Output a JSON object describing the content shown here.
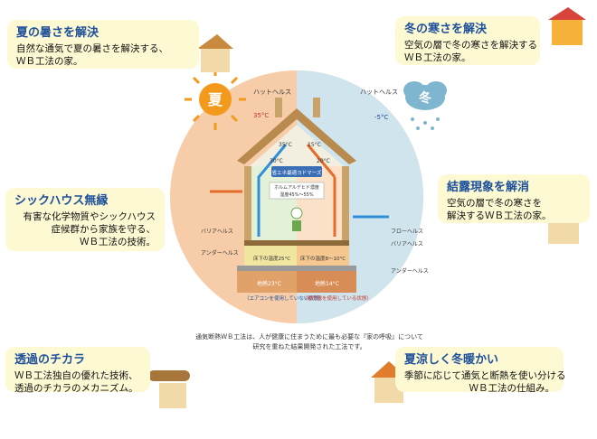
{
  "cards": {
    "summer": {
      "title": "夏の暑さを解決",
      "lines": [
        "自然な通気で夏の暑さを解決する、",
        "ＷＢ工法の家。"
      ]
    },
    "winter": {
      "title": "冬の寒さを解決",
      "lines": [
        "空気の層で冬の寒さを解決する",
        "ＷＢ工法の家。"
      ]
    },
    "sick": {
      "title": "シックハウス無縁",
      "lines": [
        "有害な化学物質やシックハウス",
        "症候群から家族を守る、",
        "ＷＢ工法の技術。"
      ]
    },
    "dew": {
      "title": "結露現象を解消",
      "lines": [
        "空気の層で冬の寒さを",
        "解決するＷＢ工法の家。"
      ]
    },
    "perm": {
      "title": "透過のチカラ",
      "lines": [
        "ＷＢ工法独自の優れた技術、",
        "透過のチカラのメカニズム。"
      ]
    },
    "cool": {
      "title": "夏涼しく冬暖かい",
      "lines": [
        "季節に応じて通気と断熱を使い分ける",
        "ＷＢ工法の仕組み。"
      ]
    }
  },
  "diagram": {
    "summer_glyph": "夏",
    "winter_glyph": "冬",
    "hat_heels_left": "ハットヘルス",
    "hat_heels_right": "ハットヘルス",
    "temp_outside_summer": "35°C",
    "temp_outside_winter": "-5°C",
    "temp_attic_summer": "35°C",
    "temp_attic_winter": "15°C",
    "temp_room_summer": "30°C",
    "temp_room_winter": "20°C",
    "temp_underfloor_summer": "床下の温度25°C",
    "temp_underfloor_winter": "床下の温度8〜10°C",
    "ground_summer": "地熱23°C",
    "ground_winter": "地熱14°C",
    "center_label": "省エネ最適ヨドマーズ",
    "formaldehyde_label": "ホルムアルデヒド濃度",
    "humidity_label": "湿度45%〜55%",
    "under_heels": "アンダーヘルス",
    "barrier_heels_left": "バリアヘルス",
    "barrier_heels_right": "バリアヘルス",
    "flow_heels": "フローヘルス",
    "under_heels_right": "アンダーヘルス",
    "ac_off": "（エアコンを使用していない状態）",
    "ac_on": "（暖房器を使用している状態）"
  },
  "caption": [
    "通気断熱ＷＢ工法は、人が健康に住まうために最も必要な『家の呼吸』について",
    "研究を重ねた結果開発された工法です。"
  ]
}
